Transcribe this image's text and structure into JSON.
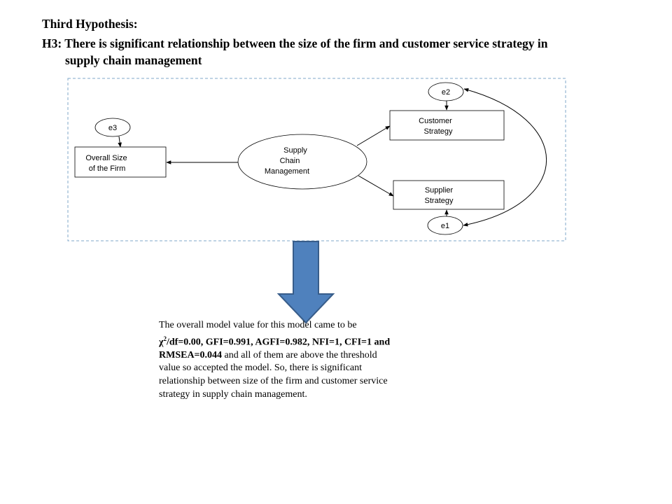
{
  "heading": {
    "title": "Third Hypothesis:",
    "line1": "H3: There is significant relationship between the size of the firm and customer service strategy in",
    "line2": "supply chain management"
  },
  "diagram": {
    "nodes": {
      "e3": "e3",
      "e2": "e2",
      "e1": "e1",
      "overall_size": [
        "Overall Size",
        "of the Firm"
      ],
      "supply_chain": [
        "Supply",
        "Chain",
        "Management"
      ],
      "customer_strategy": [
        "Customer",
        "Strategy"
      ],
      "supplier_strategy": [
        "Supplier",
        "Strategy"
      ]
    },
    "colors": {
      "border_dashed": "#7fa7c9",
      "arrow_fill": "#4f81bd",
      "arrow_stroke": "#385d8a"
    },
    "icons": {
      "down_arrow": "down-arrow-icon"
    }
  },
  "paragraph": {
    "line1": "The overall model value for this model came to be",
    "chi": "χ",
    "sup": "2",
    "stats_a": "/df=0.00, GFI=0.991, AGFI=0.982, NFI=1, CFI=1 and",
    "stats_b": "RMSEA=0.044",
    "line3_rest": " and all of them are above the threshold",
    "line4": "value so accepted the model. So, there is significant",
    "line5": "relationship between size of the firm and customer service",
    "line6": "strategy in supply chain management."
  }
}
